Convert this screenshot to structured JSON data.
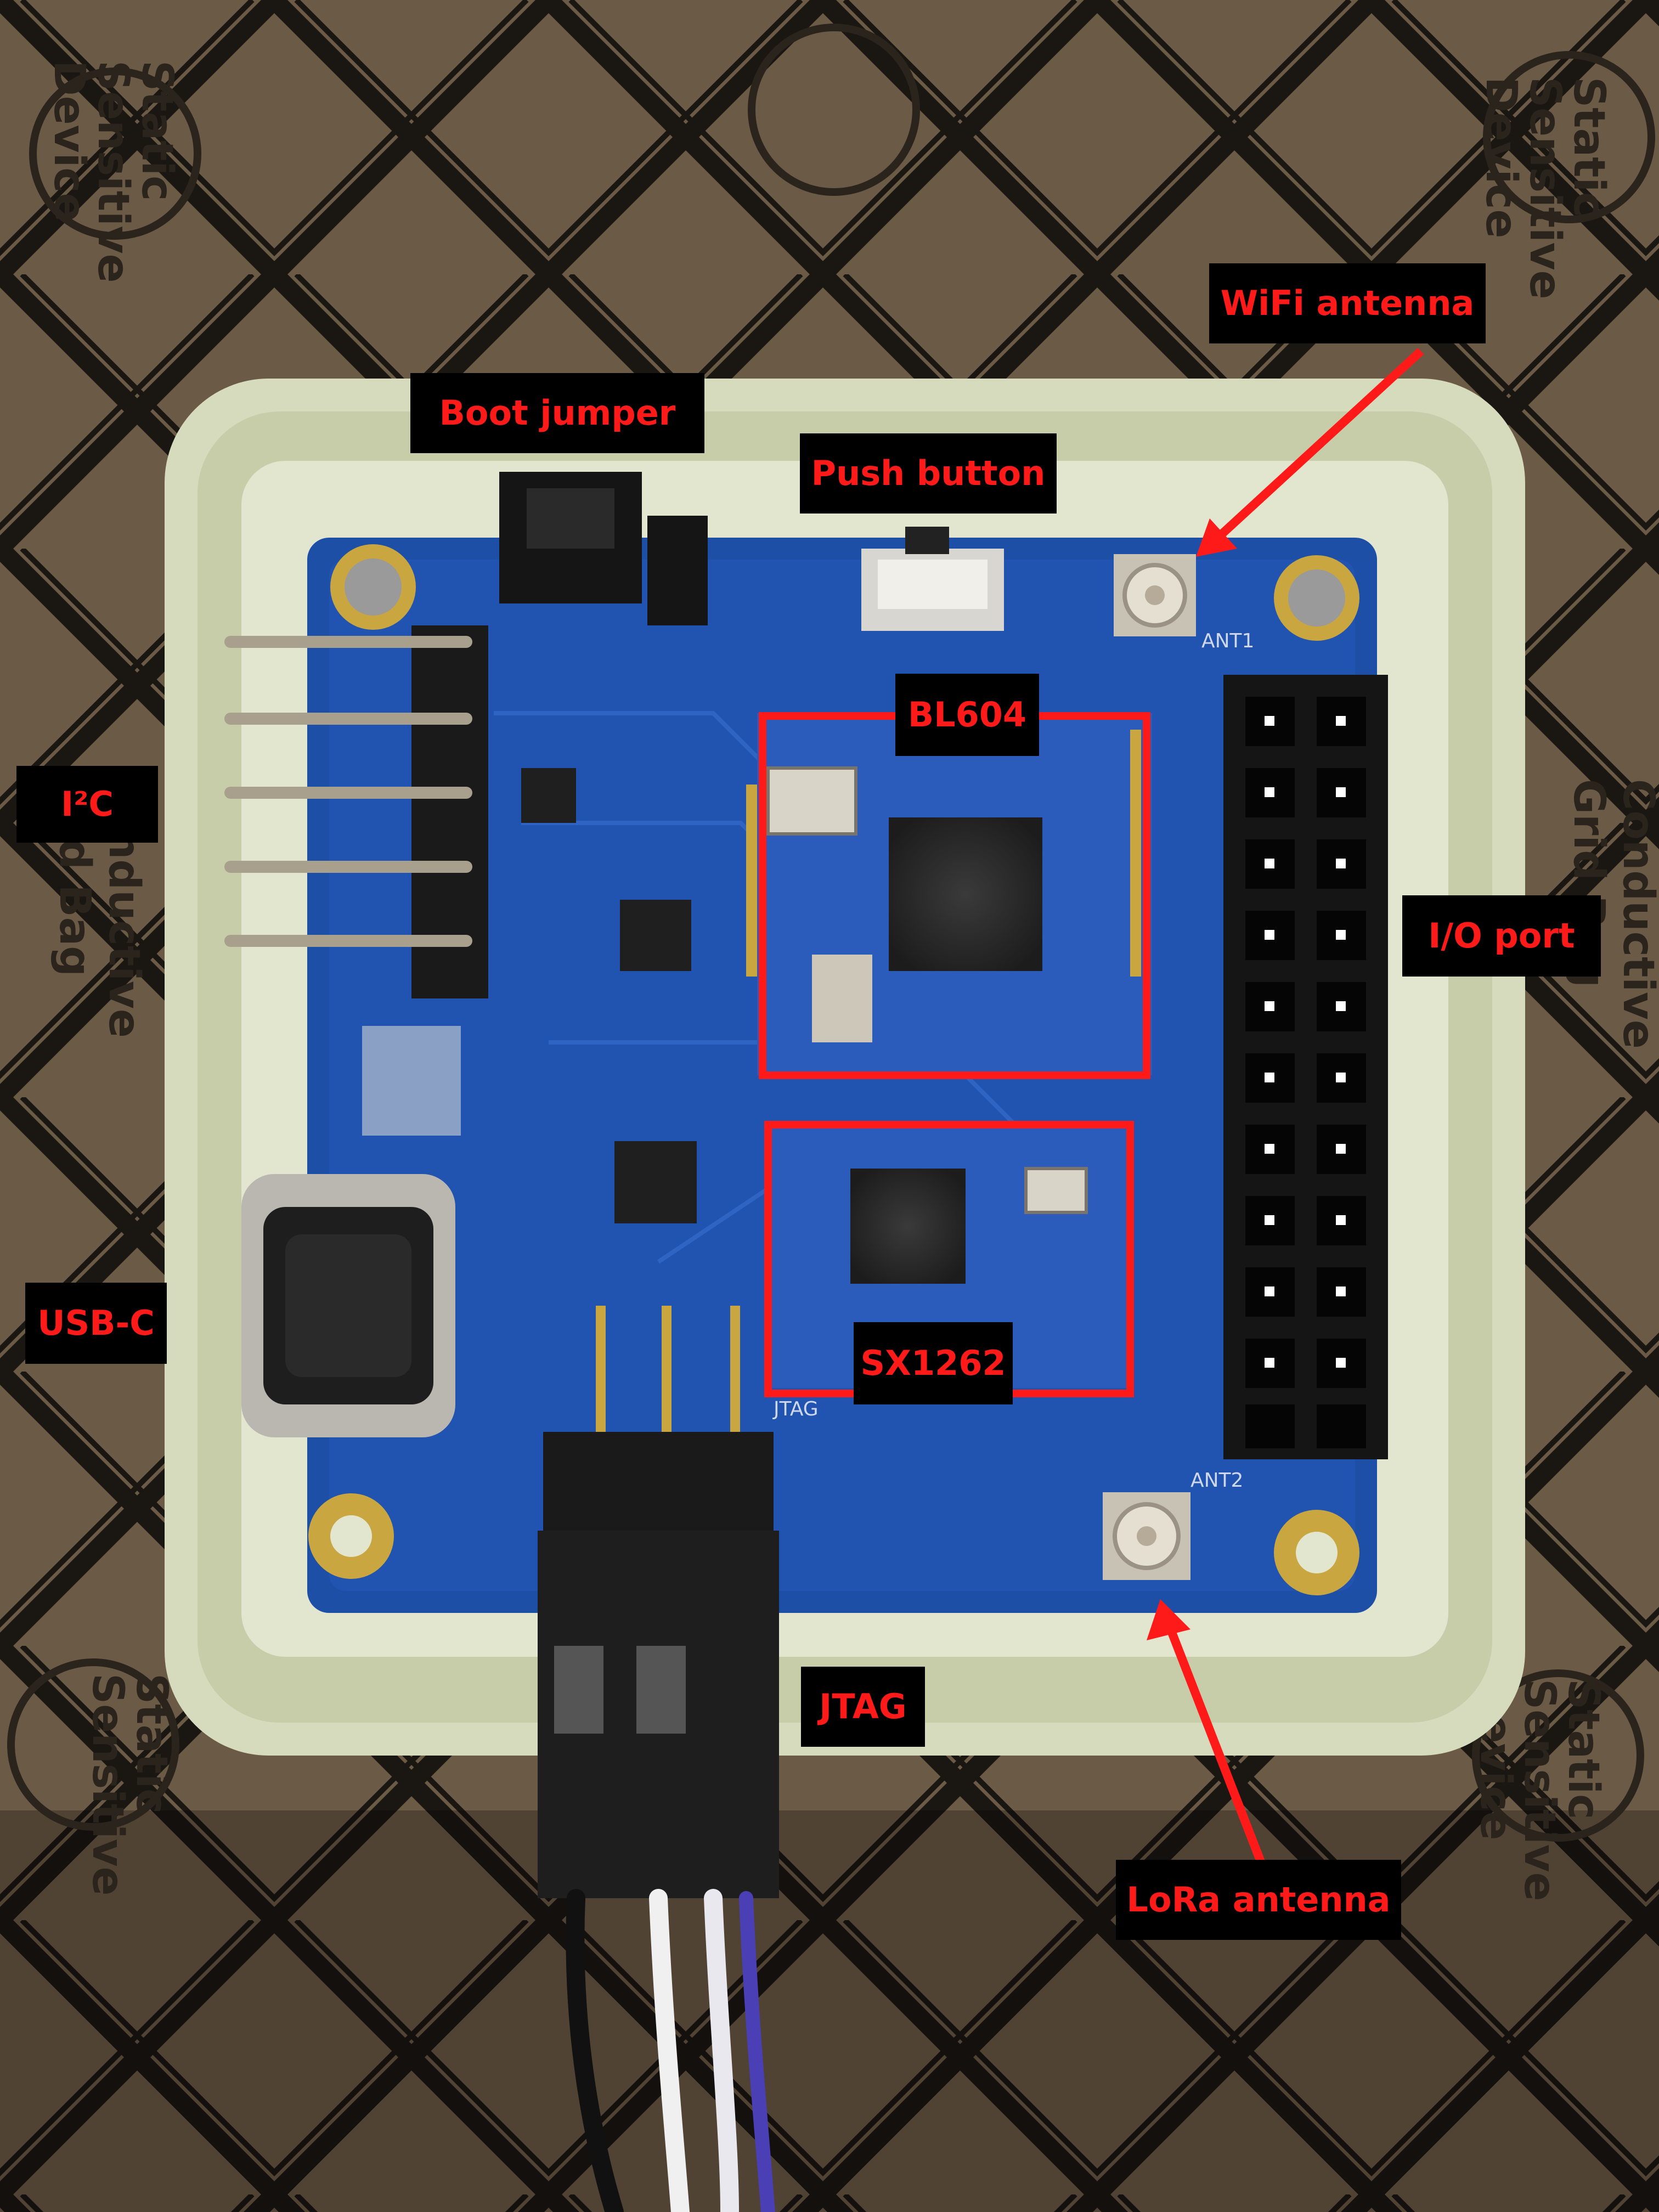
{
  "labels": {
    "boot_jumper": "Boot jumper",
    "push_button": "Push button",
    "wifi_antenna": "WiFi antenna",
    "bl604": "BL604",
    "i2c": "I²C",
    "io_port": "I/O port",
    "usb_c": "USB-C",
    "sx1262": "SX1262",
    "jtag": "JTAG",
    "lora_antenna": "LoRa antenna"
  },
  "bag_print": {
    "static_sensitive": [
      "Static",
      "Sensitive",
      "Device"
    ],
    "conductive": [
      "Conductive",
      "Grid Bag"
    ]
  },
  "pcb_silkscreen": {
    "ant1": "ANT1",
    "ant2": "ANT2",
    "jtag": "JTAG"
  },
  "colors": {
    "annotation_red": "#ff1a1a",
    "label_bg": "#000000",
    "pcb_blue": "#1d4fa6",
    "case": "#d8dcc0"
  }
}
